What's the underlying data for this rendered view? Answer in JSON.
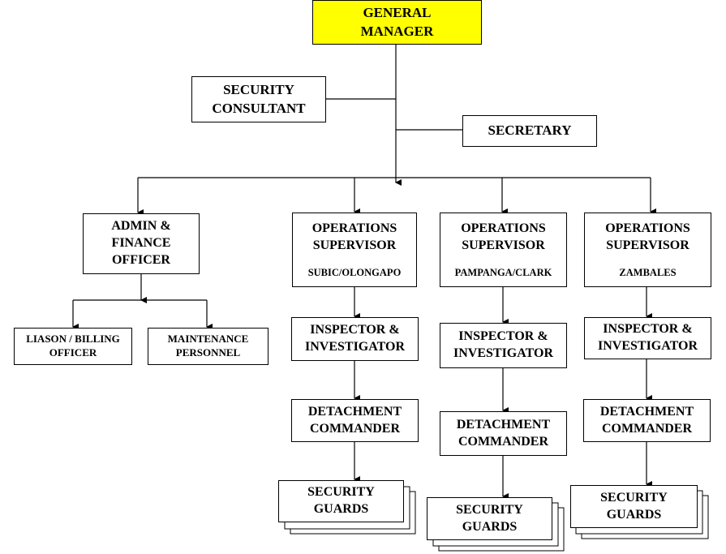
{
  "chart": {
    "general_manager": "GENERAL\nMANAGER",
    "security_consultant": "SECURITY\nCONSULTANT",
    "secretary": "SECRETARY",
    "admin_finance": "ADMIN &\nFINANCE\nOFFICER",
    "liaison_billing": "LIASON / BILLING\nOFFICER",
    "maintenance": "MAINTENANCE\nPERSONNEL",
    "branches": [
      {
        "title": "OPERATIONS\nSUPERVISOR",
        "location": "SUBIC/OLONGAPO",
        "inspector": "INSPECTOR &\nINVESTIGATOR",
        "detachment": "DETACHMENT\nCOMMANDER",
        "guards": "SECURITY\nGUARDS"
      },
      {
        "title": "OPERATIONS\nSUPERVISOR",
        "location": "PAMPANGA/CLARK",
        "inspector": "INSPECTOR &\nINVESTIGATOR",
        "detachment": "DETACHMENT\nCOMMANDER",
        "guards": "SECURITY\nGUARDS"
      },
      {
        "title": "OPERATIONS\nSUPERVISOR",
        "location": "ZAMBALES",
        "inspector": "INSPECTOR &\nINVESTIGATOR",
        "detachment": "DETACHMENT\nCOMMANDER",
        "guards": "SECURITY\nGUARDS"
      }
    ],
    "colors": {
      "highlight": "#ffff00",
      "line": "#000000"
    }
  }
}
